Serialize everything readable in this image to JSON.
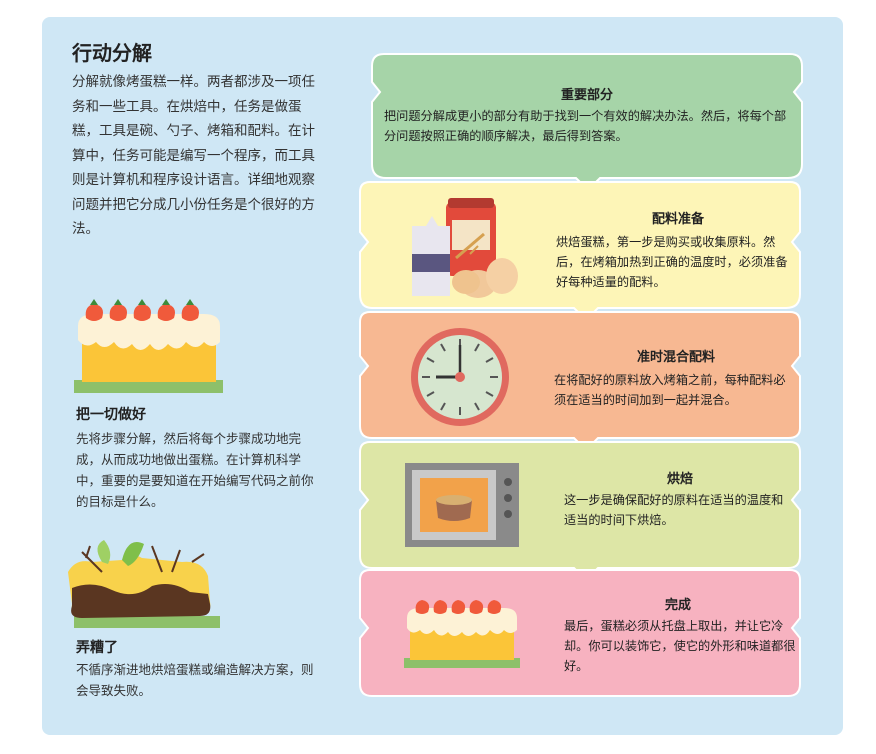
{
  "title": "行动分解",
  "intro": "分解就像烤蛋糕一样。两者都涉及一项任务和一些工具。在烘焙中，任务是做蛋糕，工具是碗、勺子、烤箱和配料。在计算中，任务可能是编写一个程序，而工具则是计算机和程序设计语言。详细地观察问题并把它分成几小份任务是个很好的方法。",
  "good": {
    "title": "把一切做好",
    "body": "先将步骤分解，然后将每个步骤成功地完成，从而成功地做出蛋糕。在计算机科学中，重要的是要知道在开始编写代码之前你的目标是什么。"
  },
  "bad": {
    "title": "弄糟了",
    "body": "不循序渐进地烘焙蛋糕或编造解决方案，则会导致失败。"
  },
  "steps": [
    {
      "title": "重要部分",
      "body": "把问题分解成更小的部分有助于找到一个有效的解决办法。然后，将每个部分问题按照正确的顺序解决，最后得到答案。",
      "color": "#a6d4a8"
    },
    {
      "title": "配料准备",
      "body": "烘焙蛋糕，第一步是购买或收集原料。然后，在烤箱加热到正确的温度时，必须准备好每种适量的配料。",
      "color": "#fdf5b7"
    },
    {
      "title": "准时混合配料",
      "body": "在将配好的原料放入烤箱之前，每种配料必须在适当的时间加到一起并混合。",
      "color": "#f7b892"
    },
    {
      "title": "烘焙",
      "body": "这一步是确保配好的原料在适当的温度和适当的时间下烘焙。",
      "color": "#dde6a6"
    },
    {
      "title": "完成",
      "body": "最后，蛋糕必须从托盘上取出，并让它冷却。你可以装饰它，使它的外形和味道都很好。",
      "color": "#f7b2c0"
    }
  ],
  "icons": [
    "cake-icon",
    "burnt-cake-icon",
    "ingredients-icon",
    "clock-icon",
    "oven-icon"
  ]
}
